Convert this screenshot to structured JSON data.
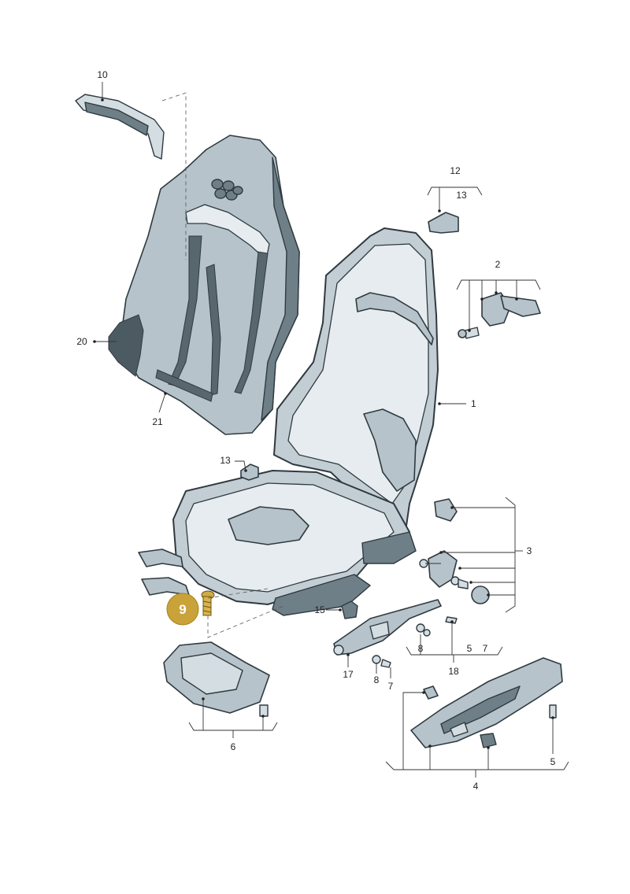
{
  "diagram": {
    "highlight_color": "#c9a23a",
    "highlighted_part": "9",
    "callouts": {
      "p1": "1",
      "p2": "2",
      "p3": "3",
      "p4": "4",
      "p5a": "5",
      "p5b": "5",
      "p6": "6",
      "p7a": "7",
      "p7b": "7",
      "p8a": "8",
      "p8b": "8",
      "p10": "10",
      "p12": "12",
      "p13a": "13",
      "p13b": "13",
      "p15": "15",
      "p17": "17",
      "p18": "18",
      "p20": "20",
      "p21": "21"
    }
  }
}
